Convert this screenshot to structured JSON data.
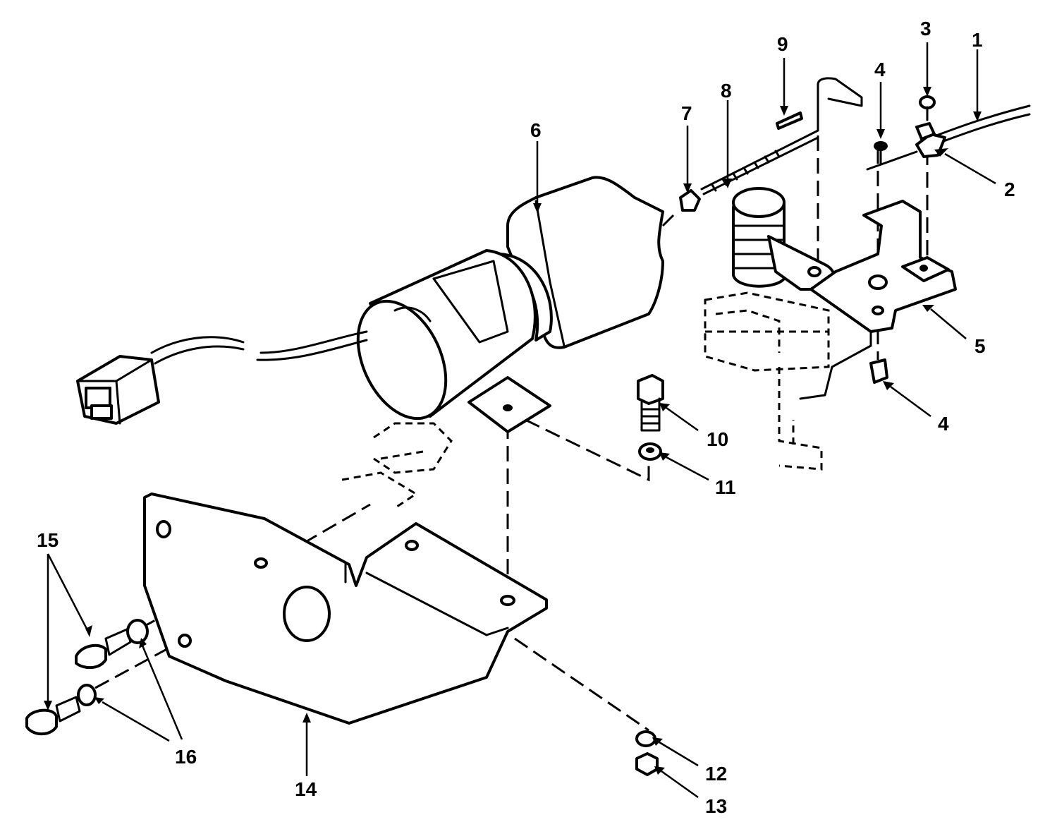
{
  "diagram": {
    "type": "exploded-parts-view",
    "callouts": {
      "c1": "1",
      "c2": "2",
      "c3": "3",
      "c4a": "4",
      "c4b": "4",
      "c5": "5",
      "c6": "6",
      "c7": "7",
      "c8": "8",
      "c9": "9",
      "c10": "10",
      "c11": "11",
      "c12": "12",
      "c13": "13",
      "c14": "14",
      "c15": "15",
      "c16": "16"
    }
  }
}
